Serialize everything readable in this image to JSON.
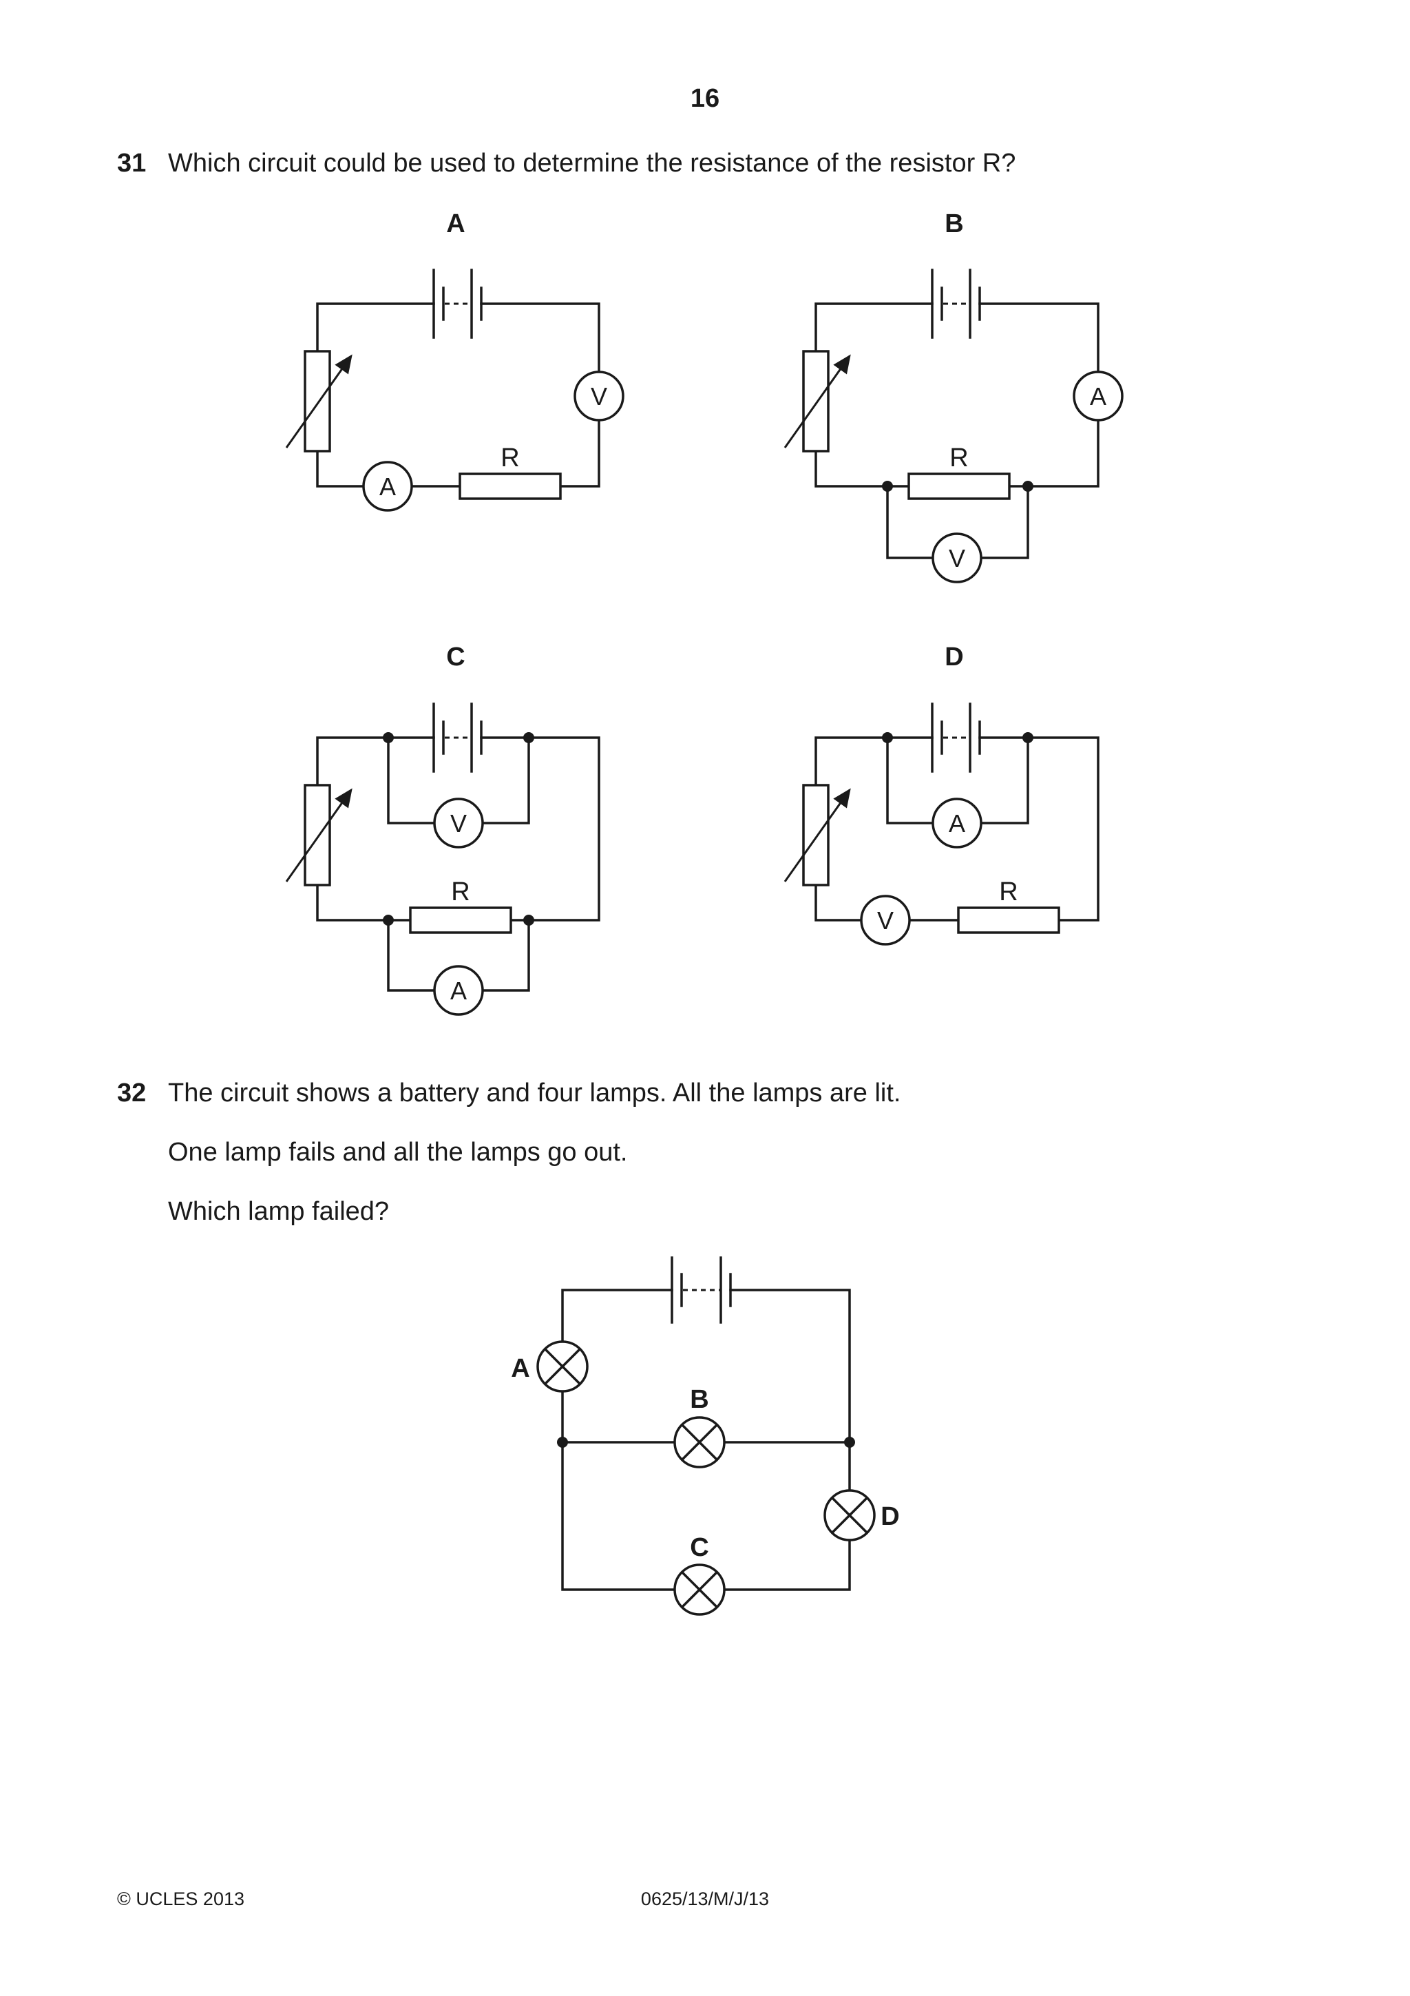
{
  "page_number": "16",
  "questions": [
    {
      "number": "31",
      "text": "Which circuit could be used to determine the resistance of the resistor R?",
      "options": [
        {
          "label": "A",
          "voltmeter": "V",
          "ammeter": "A",
          "resistor": "R"
        },
        {
          "label": "B",
          "voltmeter": "V",
          "ammeter": "A",
          "resistor": "R"
        },
        {
          "label": "C",
          "voltmeter": "V",
          "ammeter": "A",
          "resistor": "R"
        },
        {
          "label": "D",
          "voltmeter": "V",
          "ammeter": "A",
          "resistor": "R"
        }
      ]
    },
    {
      "number": "32",
      "lines": [
        "The circuit shows a battery and four lamps. All the lamps are lit.",
        "One lamp fails and all the lamps go out.",
        "Which lamp failed?"
      ],
      "lamps": [
        "A",
        "B",
        "C",
        "D"
      ]
    }
  ],
  "footer": {
    "copyright": "© UCLES 2013",
    "code": "0625/13/M/J/13"
  }
}
